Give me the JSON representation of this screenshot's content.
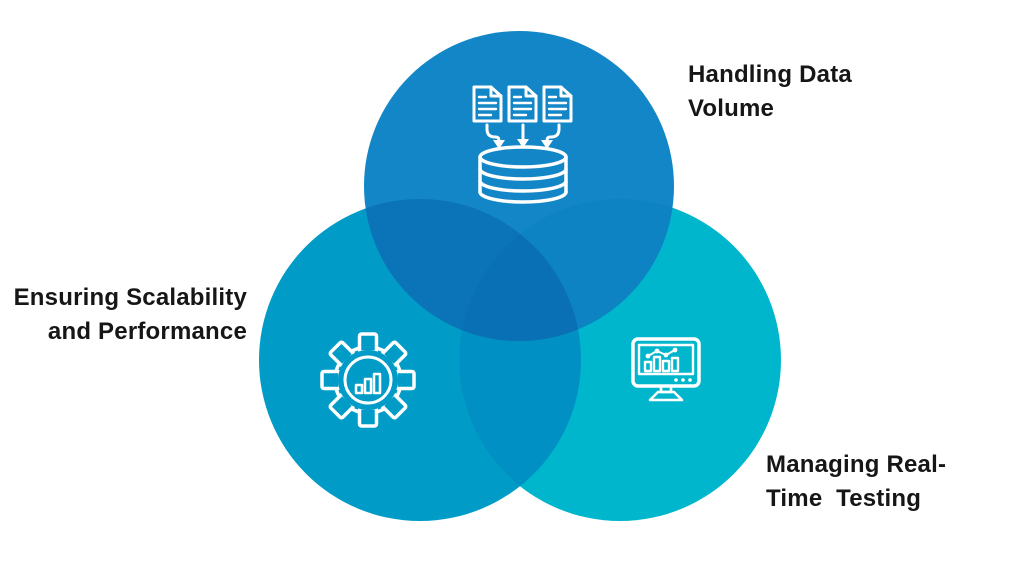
{
  "page": {
    "background": "#ffffff",
    "text_color": "#161616"
  },
  "diagram": {
    "type": "venn-3-circle",
    "icon_stroke": "#ffffff",
    "sets": [
      {
        "id": "top",
        "label": [
          "Handling Data",
          "Volume"
        ],
        "color": "#1286c6",
        "icon": "documents-to-database"
      },
      {
        "id": "left",
        "label": [
          "Ensuring Scalability",
          "and Performance"
        ],
        "color": "#009cc7",
        "icon": "gear-bar-chart"
      },
      {
        "id": "right",
        "label": [
          "Managing Real-",
          "Time  Testing"
        ],
        "color": "#00b6cc",
        "icon": "monitor-analytics"
      }
    ],
    "overlaps": {
      "top_left": "#0b73b8",
      "top_right": "#0e83c3",
      "left_right": "#0090c3",
      "center": "#0a70b5"
    }
  }
}
